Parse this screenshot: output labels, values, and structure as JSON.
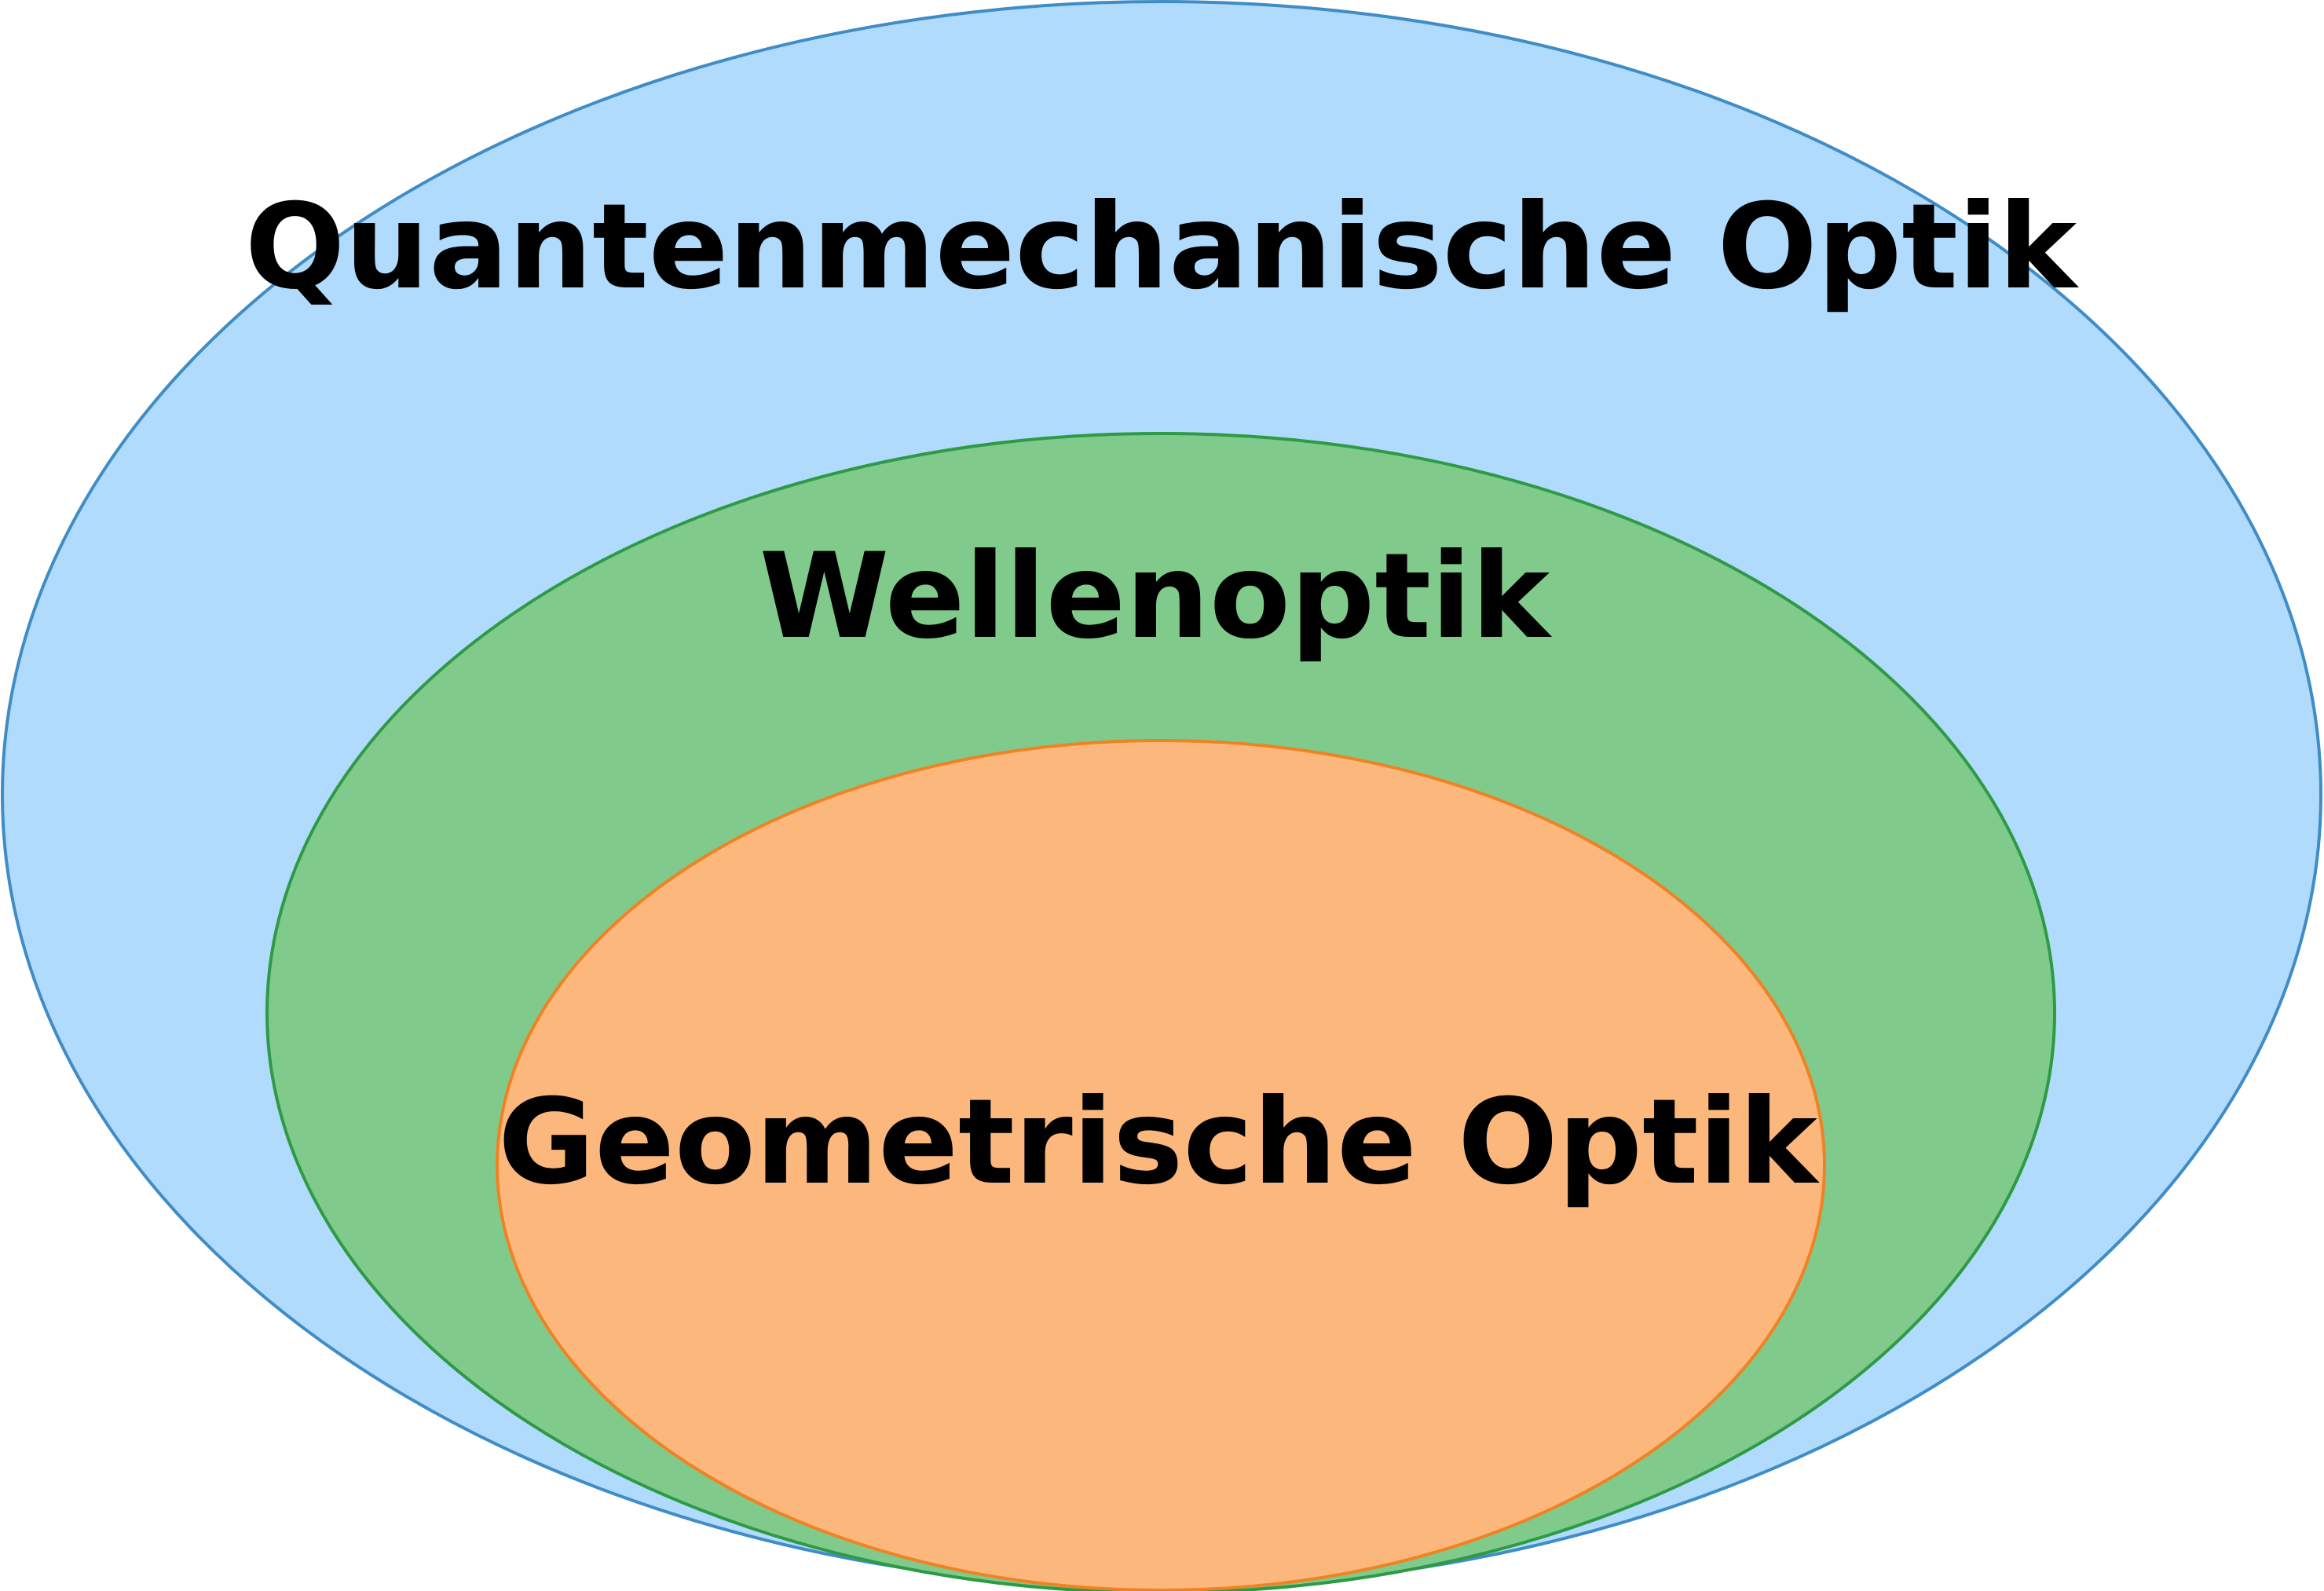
{
  "diagram": {
    "type": "nested-ellipses",
    "layers": [
      {
        "label": "Quantenmechanische Optik",
        "fill": "#b0dbfd",
        "stroke": "#3f8cc6"
      },
      {
        "label": "Wellenoptik",
        "fill": "#80cb8b",
        "stroke": "#2e9a45"
      },
      {
        "label": "Geometrische Optik",
        "fill": "#fcb77c",
        "stroke": "#ef8224"
      }
    ]
  }
}
